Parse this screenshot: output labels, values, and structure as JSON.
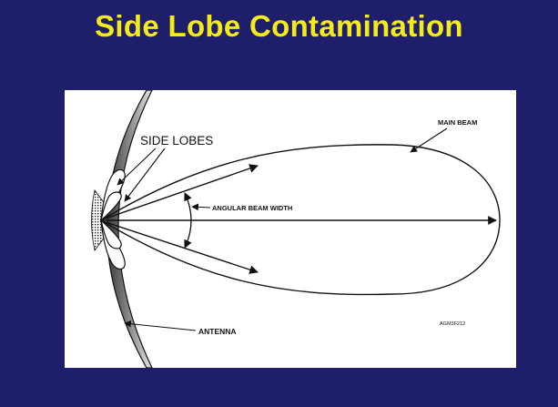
{
  "slide": {
    "title": "Side Lobe Contamination"
  },
  "diagram": {
    "labels": {
      "side_lobes": "SIDE LOBES",
      "main_beam": "MAIN BEAM",
      "angular_beam_width": "ANGULAR BEAM WIDTH",
      "antenna": "ANTENNA",
      "figure_code": "AGM3F212"
    },
    "colors": {
      "background": "#1e1e6a",
      "title": "#f5ea1a",
      "panel": "#ffffff",
      "ink": "#111111"
    }
  }
}
